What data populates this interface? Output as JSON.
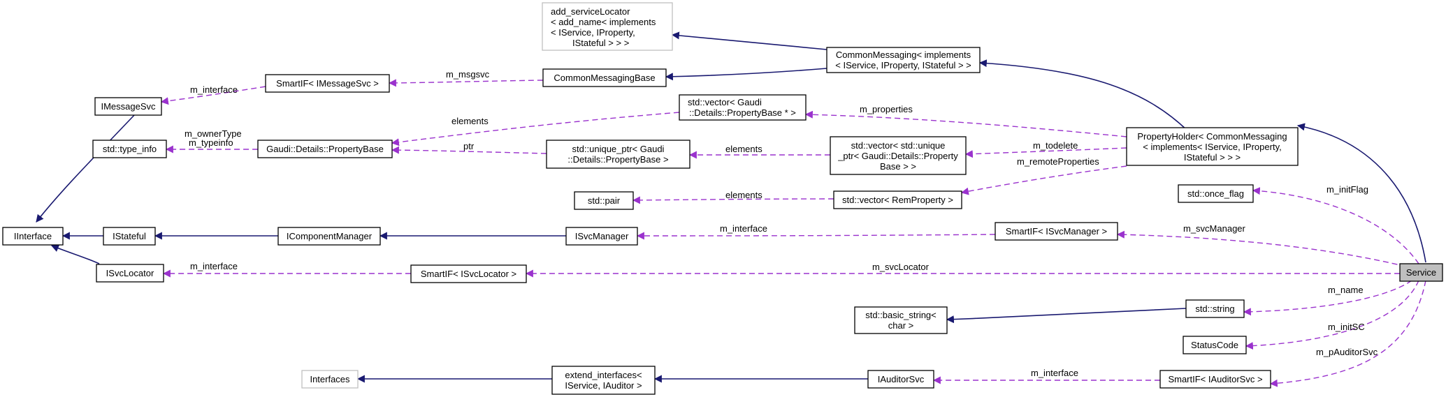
{
  "nodes": {
    "add_serviceLocator": [
      "add_serviceLocator",
      "< add_name< implements",
      "< IService, IProperty,",
      "IStateful > > >"
    ],
    "CommonMessaging": [
      "CommonMessaging< implements",
      "< IService, IProperty, IStateful > >"
    ],
    "CommonMessagingBase": [
      "CommonMessagingBase"
    ],
    "SmartIF_IMessageSvc": [
      "SmartIF< IMessageSvc >"
    ],
    "IMessageSvc": [
      "IMessageSvc"
    ],
    "std_vector_PropertyBase": [
      "std::vector< Gaudi",
      "::Details::PropertyBase * >"
    ],
    "PropertyHolder": [
      "PropertyHolder< CommonMessaging",
      "< implements< IService, IProperty,",
      "IStateful > > >"
    ],
    "std_type_info": [
      "std::type_info"
    ],
    "PropertyBase": [
      "Gaudi::Details::PropertyBase"
    ],
    "unique_ptr": [
      "std::unique_ptr< Gaudi",
      "::Details::PropertyBase >"
    ],
    "vector_unique_ptr": [
      "std::vector< std::unique",
      "_ptr< Gaudi::Details::Property",
      "Base > >"
    ],
    "std_pair": [
      "std::pair"
    ],
    "vector_RemProperty": [
      "std::vector< RemProperty >"
    ],
    "once_flag": [
      "std::once_flag"
    ],
    "IInterface": [
      "IInterface"
    ],
    "IStateful": [
      "IStateful"
    ],
    "IComponentManager": [
      "IComponentManager"
    ],
    "ISvcManager": [
      "ISvcManager"
    ],
    "SmartIF_ISvcManager": [
      "SmartIF< ISvcManager >"
    ],
    "ISvcLocator": [
      "ISvcLocator"
    ],
    "SmartIF_ISvcLocator": [
      "SmartIF< ISvcLocator >"
    ],
    "Service": [
      "Service"
    ],
    "basic_string": [
      "std::basic_string<",
      "char >"
    ],
    "std_string": [
      "std::string"
    ],
    "StatusCode": [
      "StatusCode"
    ],
    "Interfaces": [
      "Interfaces"
    ],
    "extend_interfaces": [
      "extend_interfaces<",
      "IService, IAuditor >"
    ],
    "IAuditorSvc": [
      "IAuditorSvc"
    ],
    "SmartIF_IAuditorSvc": [
      "SmartIF< IAuditorSvc >"
    ]
  },
  "edge_labels": {
    "m_interface_msg": "m_interface",
    "m_msgsvc": "m_msgsvc",
    "elements_vec": "elements",
    "m_properties": "m_properties",
    "m_ownerType": "m_ownerType",
    "m_typeinfo": "m_typeinfo",
    "ptr": "ptr",
    "elements_uptr": "elements",
    "m_todelete": "m_todelete",
    "m_remoteProperties": "m_remoteProperties",
    "elements_pair": "elements",
    "m_initFlag": "m_initFlag",
    "m_interface_svcman": "m_interface",
    "m_svcManager": "m_svcManager",
    "m_interface_loc": "m_interface",
    "m_svcLocator": "m_svcLocator",
    "m_name": "m_name",
    "m_initSC": "m_initSC",
    "m_pAuditorSvc": "m_pAuditorSvc",
    "m_interface_aud": "m_interface"
  },
  "colors": {
    "inheritance": "#191970",
    "association": "#9a32cd",
    "root_fill": "#bfbfbf",
    "incomplete_border": "#bfbfbf"
  }
}
